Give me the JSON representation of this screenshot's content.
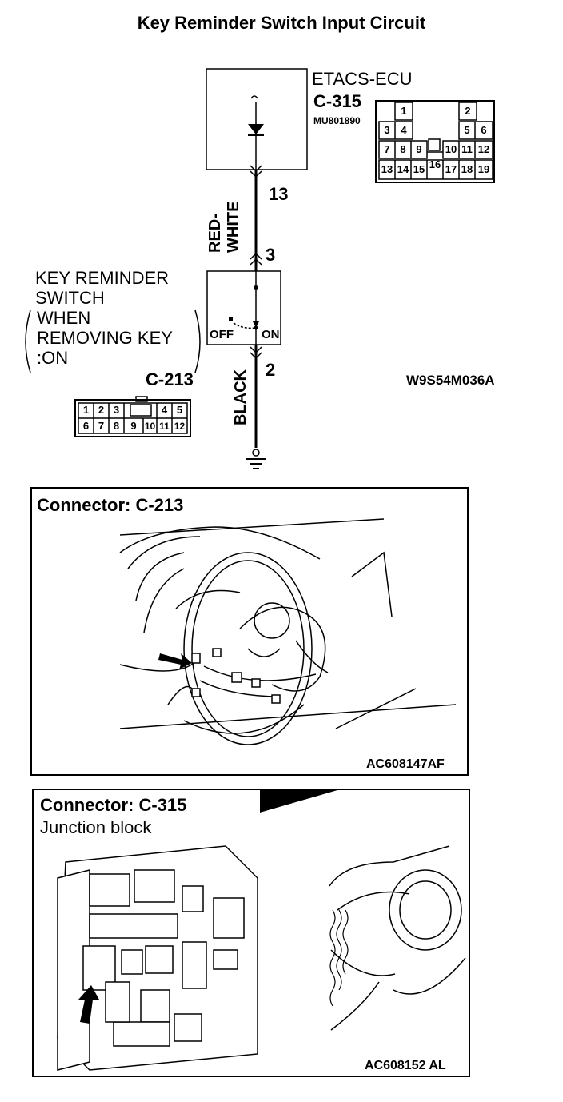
{
  "title": "Key Reminder Switch Input Circuit",
  "ecu": {
    "name": "ETACS-ECU",
    "connector": "C-315",
    "part_no": "MU801890"
  },
  "ecu_connector_pins": [
    "1",
    "2",
    "3",
    "4",
    "5",
    "6",
    "7",
    "8",
    "9",
    "10",
    "11",
    "12",
    "13",
    "14",
    "15",
    "16",
    "17",
    "18",
    "19"
  ],
  "wire_top": {
    "color": "RED-WHITE",
    "pin_top": "13",
    "pin_bottom": "3"
  },
  "switch": {
    "label_line1": "KEY REMINDER",
    "label_line2": "SWITCH",
    "cond_line1": "WHEN",
    "cond_line2": "REMOVING KEY",
    "cond_line3": ":ON",
    "off": "OFF",
    "on": "ON",
    "connector": "C-213"
  },
  "sw_connector_pins": [
    "1",
    "2",
    "3",
    "4",
    "5",
    "6",
    "7",
    "8",
    "9",
    "10",
    "11",
    "12"
  ],
  "wire_bottom": {
    "color": "BLACK",
    "pin": "2"
  },
  "diagram_code": "W9S54M036A",
  "panel1": {
    "title": "Connector: C-213",
    "code": "AC608147AF"
  },
  "panel2": {
    "title": "Connector: C-315",
    "subtitle": "Junction block",
    "code": "AC608152 AL"
  }
}
